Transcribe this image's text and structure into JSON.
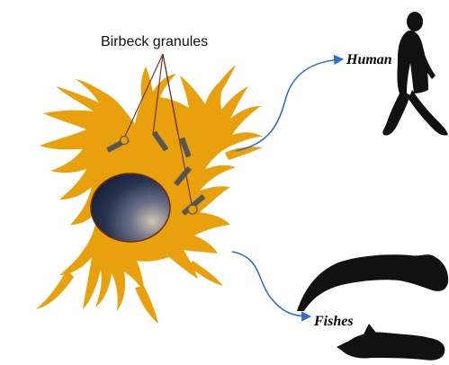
{
  "labels": {
    "granules": "Birbeck granules",
    "human": "Human",
    "fishes": "Fishes"
  },
  "colors": {
    "cell": "#E8A10C",
    "nucleus_dark": "#1F2A44",
    "nucleus_light": "#C9BDA8",
    "granule": "#555555",
    "pointer": "#6B2B16",
    "arrow": "#2F6FC8",
    "silhouette": "#111111"
  },
  "icons": [
    "human-silhouette-icon",
    "fish-silhouette-icon"
  ]
}
